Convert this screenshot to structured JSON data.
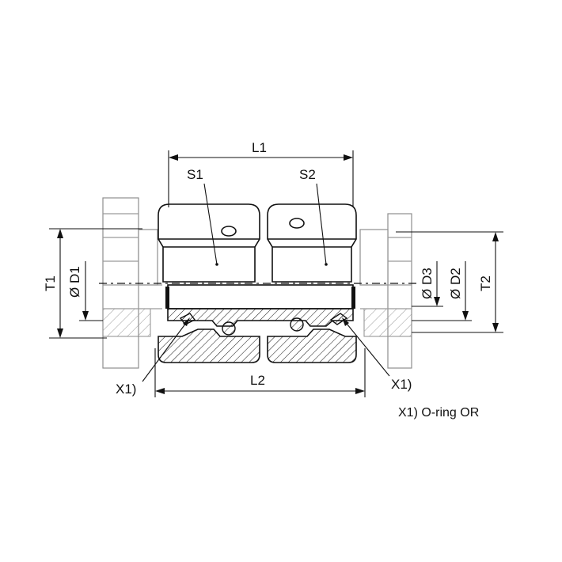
{
  "labels": {
    "L1": "L1",
    "L2": "L2",
    "S1": "S1",
    "S2": "S2",
    "T1": "T1",
    "T2": "T2",
    "D1": "Ø D1",
    "D2": "Ø D2",
    "D3": "Ø D3",
    "X1_left": "X1)",
    "X1_right": "X1)"
  },
  "legend": {
    "note": "X1) O-ring OR"
  }
}
